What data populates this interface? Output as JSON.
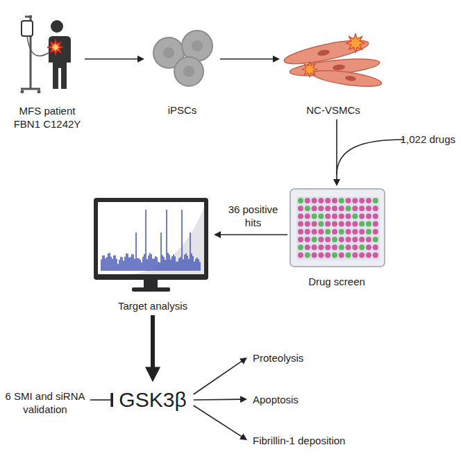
{
  "diagram": {
    "nodes": [
      {
        "text": [
          "MFS patient FBN1 C1242Y"
        ]
      },
      {
        "text": [
          "iPSCs"
        ]
      },
      {
        "text": [
          "NC-VSMCs"
        ]
      },
      {
        "text": [
          "Drug screen"
        ]
      },
      {
        "text": [
          "Target analysis"
        ]
      },
      {
        "text": [
          "GSK3β"
        ]
      },
      {
        "text": [
          "6 SMI and siRNA validation"
        ]
      },
      {
        "text": [
          "Proteolysis"
        ]
      },
      {
        "text": [
          "Apoptosis"
        ]
      },
      {
        "text": [
          "Fibrillin-1 deposition"
        ]
      }
    ],
    "edges": [
      {
        "from": 0,
        "to": 1,
        "arrow": "to"
      },
      {
        "from": 1,
        "to": 2,
        "arrow": "to"
      },
      {
        "from": 2,
        "to": 3,
        "arrow": "to"
      },
      {
        "from": 3,
        "to": 4,
        "label": "36 positive hits",
        "arrow": "to"
      },
      {
        "from": 4,
        "to": 5,
        "arrow": "to"
      },
      {
        "from": 6,
        "to": 5,
        "arrow": "to"
      },
      {
        "from": 5,
        "to": 7,
        "arrow": "to"
      },
      {
        "from": 5,
        "to": 8,
        "arrow": "to"
      },
      {
        "from": 5,
        "to": 9,
        "arrow": "to"
      }
    ],
    "labels": [
      "1,022 drugs"
    ]
  }
}
